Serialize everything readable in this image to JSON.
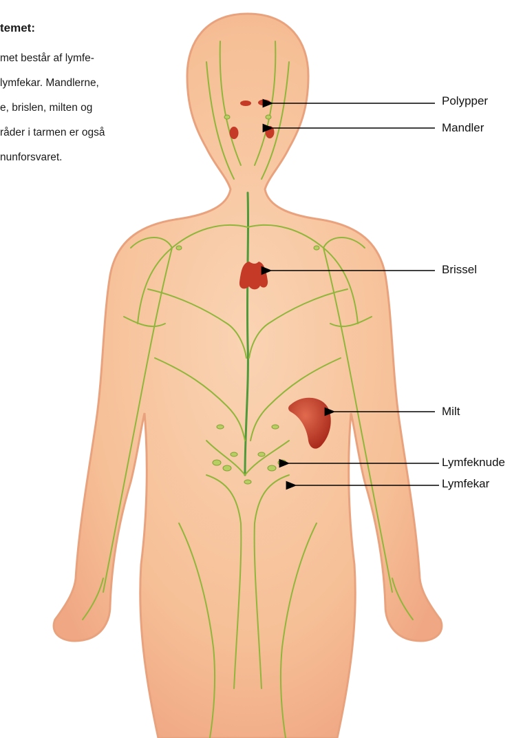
{
  "intro": {
    "heading": "temet:",
    "lines": [
      "met består af lymfe-",
      "lymfekar. Mandlerne,",
      "e, brislen, milten og",
      "råder i tarmen er også",
      "nunforsvaret."
    ]
  },
  "labels": [
    {
      "id": "polypper",
      "text": "Polypper"
    },
    {
      "id": "mandler",
      "text": "Mandler"
    },
    {
      "id": "brissel",
      "text": "Brissel"
    },
    {
      "id": "milt",
      "text": "Milt"
    },
    {
      "id": "lymfeknude",
      "text": "Lymfeknude"
    },
    {
      "id": "lymfekar",
      "text": "Lymfekar"
    }
  ],
  "colors": {
    "skin": "#f6c29a",
    "skin_outline": "#e9a27e",
    "lymph_vessel": "#8fb63a",
    "organ": "#c43a26",
    "arrow": "#000000"
  }
}
